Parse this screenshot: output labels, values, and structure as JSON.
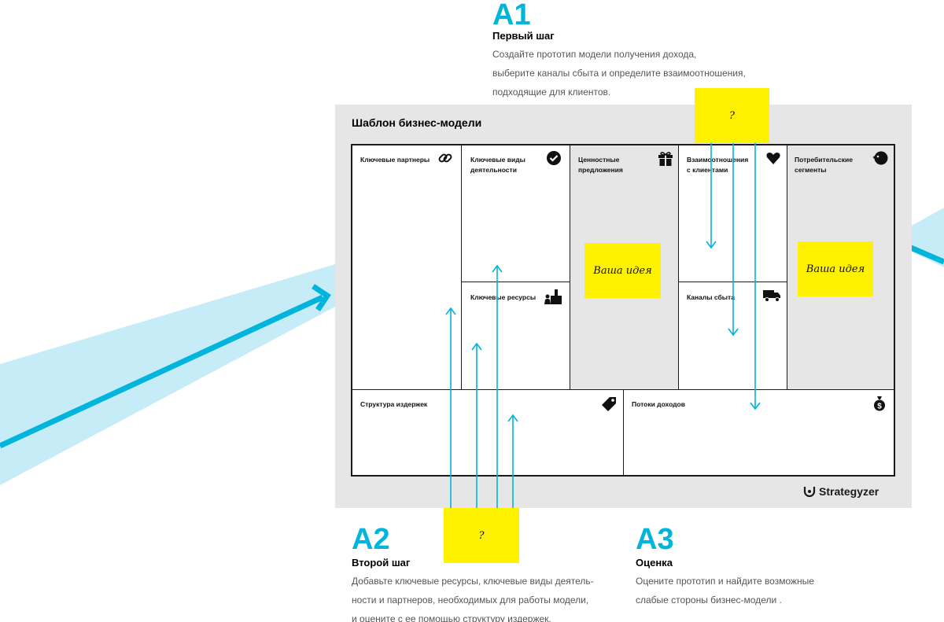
{
  "step_a1": {
    "code": "A1",
    "title": "Первый шаг",
    "lines": [
      "Создайте прототип модели получения дохода,",
      "выберите каналы сбыта и определите взаимоотношения,",
      "подходящие для клиентов."
    ]
  },
  "step_a2": {
    "code": "A2",
    "title": "Второй шаг",
    "lines": [
      "Добавьте ключевые ресурсы, ключевые виды деятель-",
      "ности и партнеров, необходимых для работы модели,",
      "и оцените с ее помощью структуру издержек."
    ]
  },
  "step_a3": {
    "code": "A3",
    "title": "Оценка",
    "lines": [
      "Оцените прототип и найдите возможные",
      "слабые стороны бизнес-модели ."
    ]
  },
  "canvas": {
    "title": "Шаблон бизнес-модели",
    "brand": "Strategyzer",
    "blocks": {
      "key_partners": "Ключевые партнеры",
      "key_activities": "Ключевые виды\nдеятельности",
      "key_resources": "Ключевые ресурсы",
      "value_propositions": "Ценностные\nпредложения",
      "customer_relationships": "Взаимоотношения\nс клиентами",
      "channels": "Каналы сбыта",
      "customer_segments": "Потребительские\nсегменты",
      "cost_structure": "Структура издержек",
      "revenue_streams": "Потоки доходов"
    },
    "icons": {
      "key_partners": "link-icon",
      "key_activities": "checkmark-icon",
      "key_resources": "factory-worker-icon",
      "value_propositions": "gift-icon",
      "customer_relationships": "heart-icon",
      "channels": "truck-icon",
      "customer_segments": "person-head-icon",
      "cost_structure": "price-tag-icon",
      "revenue_streams": "money-bag-icon"
    }
  },
  "stickies": {
    "value_idea": "Ваша идея",
    "segment_idea": "Ваша идея",
    "top_question": "?",
    "bottom_question": "?"
  },
  "colors": {
    "accent_cyan": "#00b4dc",
    "sticky_yellow": "#fff200",
    "beam_light": "#c6ecf7",
    "panel_grey": "#e6e6e6"
  }
}
